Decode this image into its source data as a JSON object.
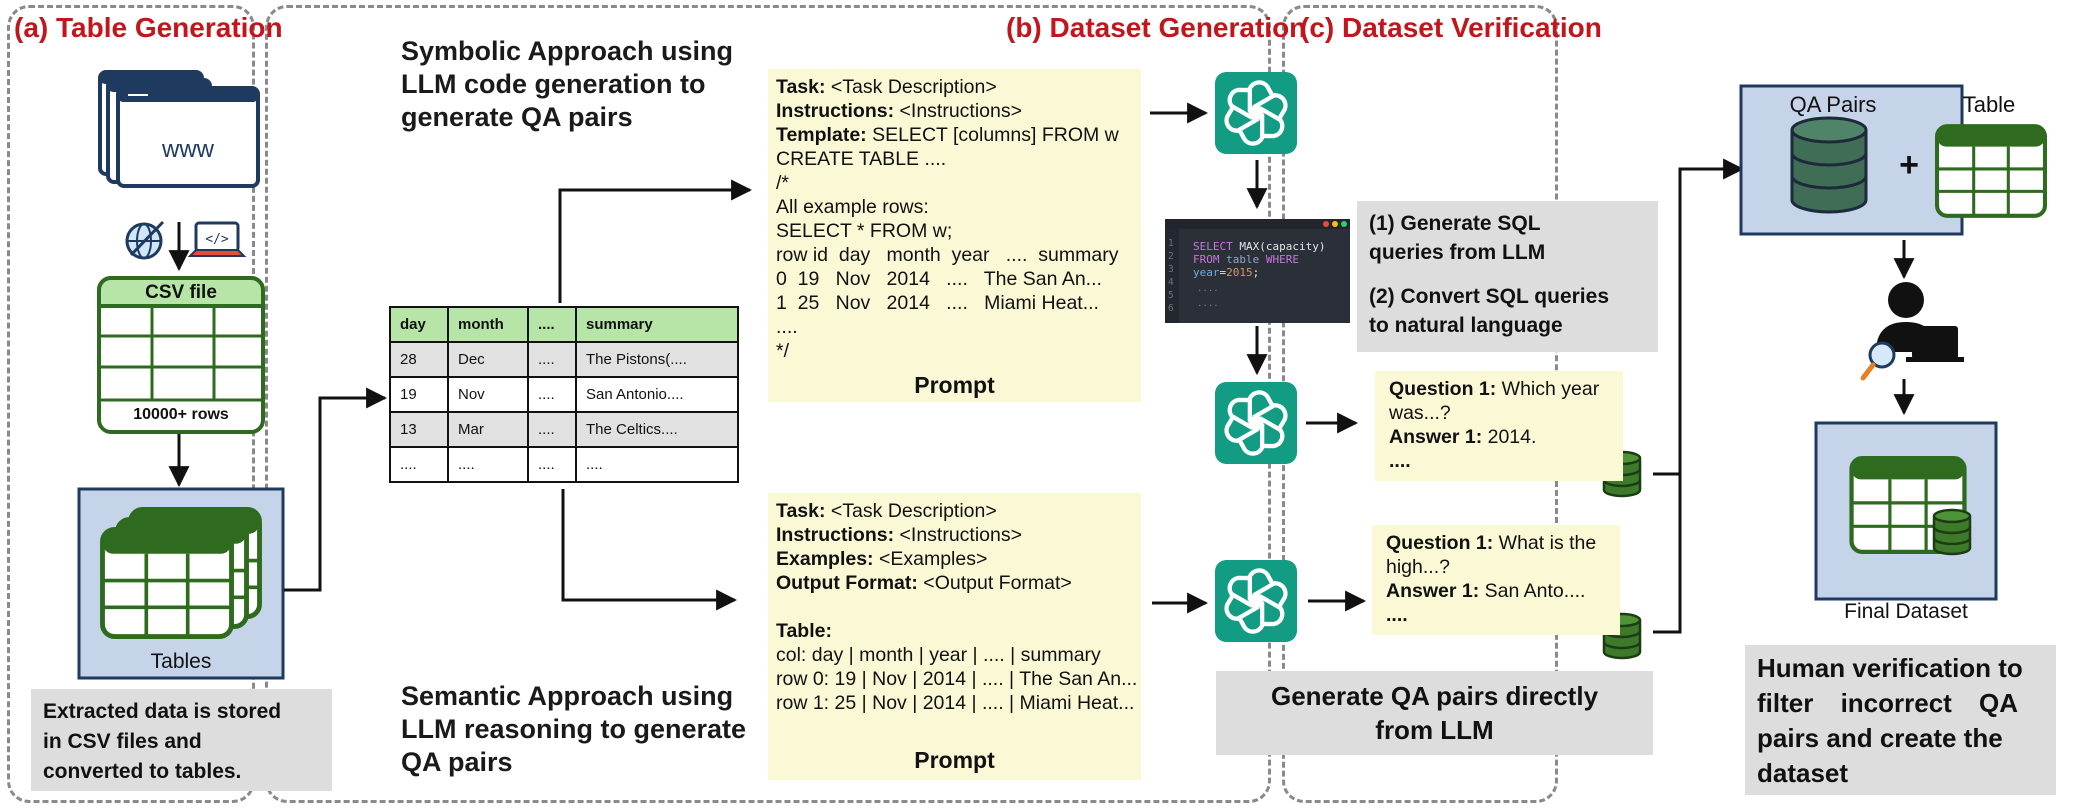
{
  "panels": {
    "a": {
      "title": "(a) Table Generation",
      "www_label": "www",
      "csv_title": "CSV file",
      "csv_rows": "10000+ rows",
      "tables_label": "Tables",
      "caption": [
        "Extracted data is stored",
        "in CSV files and",
        "converted to tables."
      ]
    },
    "b": {
      "title": "(b) Dataset Generation",
      "symbolic_heading": [
        "Symbolic Approach using",
        "LLM code generation to",
        "generate QA pairs"
      ],
      "semantic_heading": [
        "Semantic Approach using",
        "LLM reasoning to generate",
        "QA pairs"
      ],
      "table": {
        "headers": [
          "day",
          "month",
          "....",
          "summary"
        ],
        "rows": [
          [
            "28",
            "Dec",
            "....",
            "The Pistons(...."
          ],
          [
            "19",
            "Nov",
            "....",
            "San Antonio...."
          ],
          [
            "13",
            "Mar",
            "....",
            "The Celtics...."
          ],
          [
            "....",
            "....",
            "....",
            "...."
          ]
        ]
      },
      "symbolic_prompt": {
        "task_k": "Task:",
        "task_v": " <Task Description>",
        "instr_k": "Instructions:",
        "instr_v": " <Instructions>",
        "tmpl_k": "Template:",
        "tmpl_v": " SELECT [columns] FROM w",
        "lines": [
          "CREATE TABLE ....",
          "/*",
          "All example rows:",
          "SELECT * FROM w;",
          "row id  day   month  year   ....  summary",
          "0  19   Nov   2014   ....   The San An...",
          "1  25   Nov   2014   ....   Miami Heat...",
          "....",
          "*/"
        ],
        "label": "Prompt"
      },
      "semantic_prompt": {
        "task_k": "Task:",
        "task_v": " <Task Description>",
        "instr_k": "Instructions:",
        "instr_v": " <Instructions>",
        "ex_k": "Examples:",
        "ex_v": " <Examples>",
        "out_k": "Output Format:",
        "out_v": " <Output Format>",
        "table_k": "Table:",
        "lines": [
          "col: day | month | year | .... | summary",
          "row 0: 19 | Nov | 2014 | .... | The San An...",
          "row 1: 25 | Nov | 2014 | .... | Miami Heat..."
        ],
        "label": "Prompt"
      },
      "code": {
        "l1a": "SELECT ",
        "l1b": "MAX(capacity)",
        "l2a": "FROM ",
        "l2b": "table ",
        "l2c": "WHERE",
        "l3a": "year",
        "l3b": "=",
        "l3c": "2015",
        "l3d": ";",
        "dots": "...."
      },
      "sql_steps": [
        "(1) Generate SQL",
        "queries from LLM",
        "(2) Convert SQL queries",
        "to natural language"
      ],
      "qa_symbolic": {
        "q_k": "Question 1:",
        "q_v": " Which year",
        "q_v2": "was...?",
        "a_k": "Answer 1:",
        "a_v": " 2014.",
        "dots": "...."
      },
      "qa_semantic": {
        "q_k": "Question 1:",
        "q_v": " What is the",
        "q_v2": "high...?",
        "a_k": "Answer 1:",
        "a_v": " San Anto....",
        "dots": "...."
      },
      "direct_caption": [
        "Generate QA pairs directly",
        "from LLM"
      ]
    },
    "c": {
      "title": "(c) Dataset Verification",
      "qa_label": "QA Pairs",
      "table_label": "Table",
      "plus": "+",
      "final_label": "Final Dataset",
      "caption": [
        "Human verification to",
        "filter incorrect QA",
        "pairs and create the",
        "dataset"
      ]
    }
  },
  "colors": {
    "title_red": "#c0161c",
    "teal": "#129c84",
    "table_green": "#2e6b1e",
    "header_green": "#b7e5a7",
    "blue_panel": "#c6d4ea",
    "note_yellow": "#fbf8d6"
  }
}
